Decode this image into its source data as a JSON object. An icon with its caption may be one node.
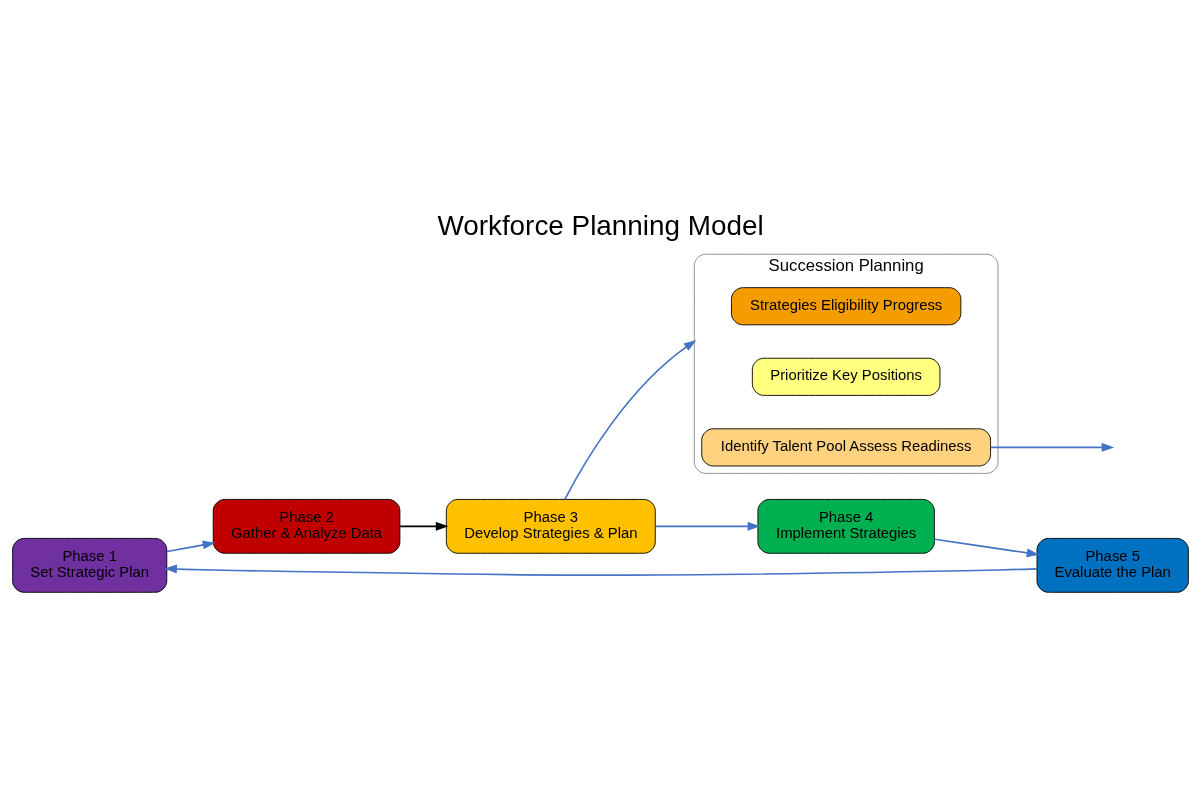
{
  "diagram": {
    "title": "Workforce Planning Model",
    "nodes": [
      {
        "text": [
          "Phase 1",
          "Set Strategic Plan"
        ]
      },
      {
        "text": [
          "Phase 2",
          "Gather & Analyze Data"
        ]
      },
      {
        "text": [
          "Phase 3",
          "Develop Strategies & Plan"
        ]
      },
      {
        "text": [
          "Phase 4",
          "Implement Strategies"
        ]
      },
      {
        "text": [
          "Phase 5",
          "Evaluate the Plan"
        ]
      },
      {
        "text": [
          "Succession Planning"
        ]
      },
      {
        "text": [
          "Strategies Eligibility Progress"
        ],
        "in": 5
      },
      {
        "text": [
          "Prioritize Key Positions"
        ],
        "in": 5
      },
      {
        "text": [
          "Identify Talent Pool Assess Readiness"
        ],
        "in": 5
      }
    ],
    "edges": [
      {
        "from": 4,
        "to": 0,
        "arrow": "to"
      },
      {
        "from": 0,
        "to": 1,
        "arrow": "to"
      },
      {
        "from": 1,
        "to": 2,
        "arrow": "to",
        "color": "#000000"
      },
      {
        "from": 2,
        "to": 3,
        "arrow": "to"
      },
      {
        "from": 3,
        "to": 4,
        "arrow": "to"
      },
      {
        "from": 2,
        "to": 5,
        "arrow": "to"
      },
      {
        "from": 8,
        "to": null,
        "arrow": "to"
      }
    ]
  }
}
